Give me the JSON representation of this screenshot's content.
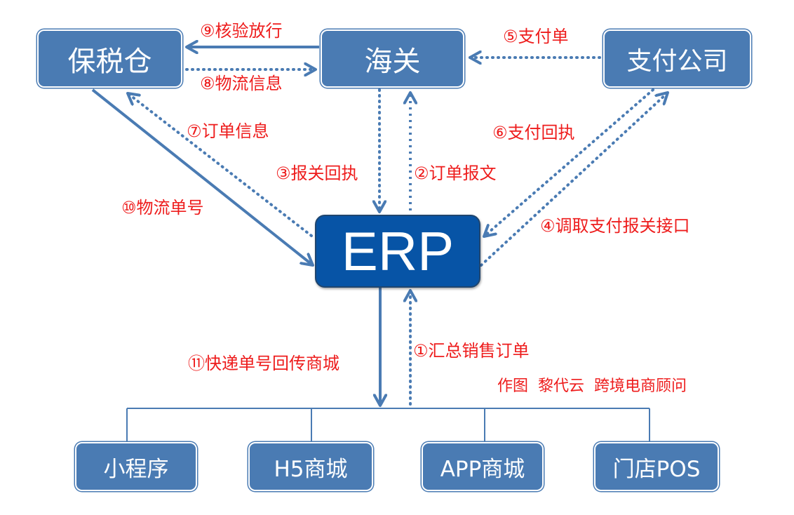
{
  "colors": {
    "node_fill": "#4a7bb3",
    "erp_fill": "#0754a6",
    "arrow": "#4a7bb3",
    "label_text": "#ee1c1c"
  },
  "nodes": {
    "bonded_warehouse": "保税仓",
    "customs": "海关",
    "payment_company": "支付公司",
    "erp": "ERP",
    "channels": [
      "小程序",
      "H5商城",
      "APP商城",
      "门店POS"
    ]
  },
  "flows": [
    {
      "step": "①",
      "label": "①汇总销售订单",
      "from": "channels",
      "to": "erp",
      "style": "dotted"
    },
    {
      "step": "②",
      "label": "②订单报文",
      "from": "erp",
      "to": "customs",
      "style": "dotted"
    },
    {
      "step": "③",
      "label": "③报关回执",
      "from": "customs",
      "to": "erp",
      "style": "dotted"
    },
    {
      "step": "④",
      "label": "④调取支付报关接口",
      "from": "erp",
      "to": "payment_company",
      "style": "dotted"
    },
    {
      "step": "⑤",
      "label": "⑤支付单",
      "from": "payment_company",
      "to": "customs",
      "style": "dotted"
    },
    {
      "step": "⑥",
      "label": "⑥支付回执",
      "from": "payment_company",
      "to": "erp",
      "style": "dotted"
    },
    {
      "step": "⑦",
      "label": "⑦订单信息",
      "from": "erp",
      "to": "bonded_warehouse",
      "style": "dotted"
    },
    {
      "step": "⑧",
      "label": "⑧物流信息",
      "from": "bonded_warehouse",
      "to": "customs",
      "style": "dotted"
    },
    {
      "step": "⑨",
      "label": "⑨核验放行",
      "from": "customs",
      "to": "bonded_warehouse",
      "style": "solid"
    },
    {
      "step": "⑩",
      "label": "⑩物流单号",
      "from": "bonded_warehouse",
      "to": "erp",
      "style": "solid"
    },
    {
      "step": "⑪",
      "label": "⑪快递单号回传商城",
      "from": "erp",
      "to": "channels",
      "style": "solid"
    }
  ],
  "credit": "作图  黎代云  跨境电商顾问"
}
